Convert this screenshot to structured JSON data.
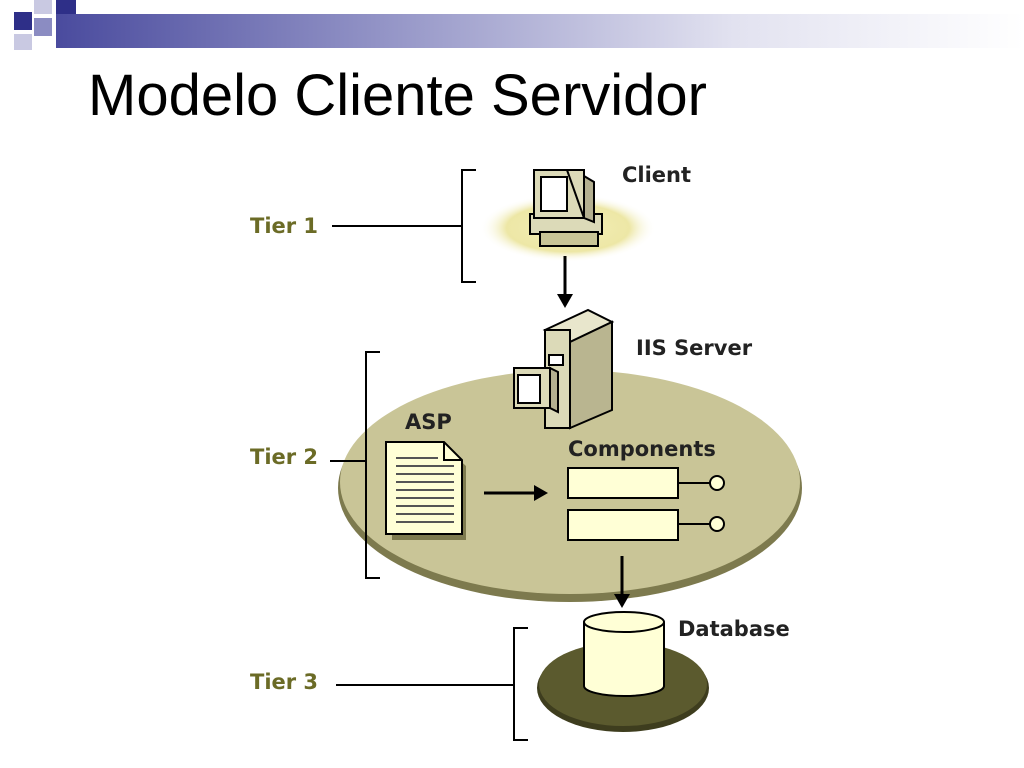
{
  "slide": {
    "title": "Modelo Cliente Servidor"
  },
  "colors": {
    "header_dark": "#2e2f88",
    "label_text": "#5a5a1e",
    "tier_label": "#6b6b26",
    "ellipse_light": "#efeab0",
    "ellipse_tan": "#c9c597",
    "box_fill": "#ffffd6",
    "db_base": "#5b5a2e"
  },
  "diagram": {
    "tiers": [
      {
        "label": "Tier 1"
      },
      {
        "label": "Tier 2"
      },
      {
        "label": "Tier 3"
      }
    ],
    "nodes": {
      "client": "Client",
      "iis": "IIS Server",
      "asp": "ASP",
      "components": "Components",
      "database": "Database"
    },
    "icons": [
      "computer-icon",
      "server-icon",
      "document-icon",
      "database-icon"
    ]
  }
}
